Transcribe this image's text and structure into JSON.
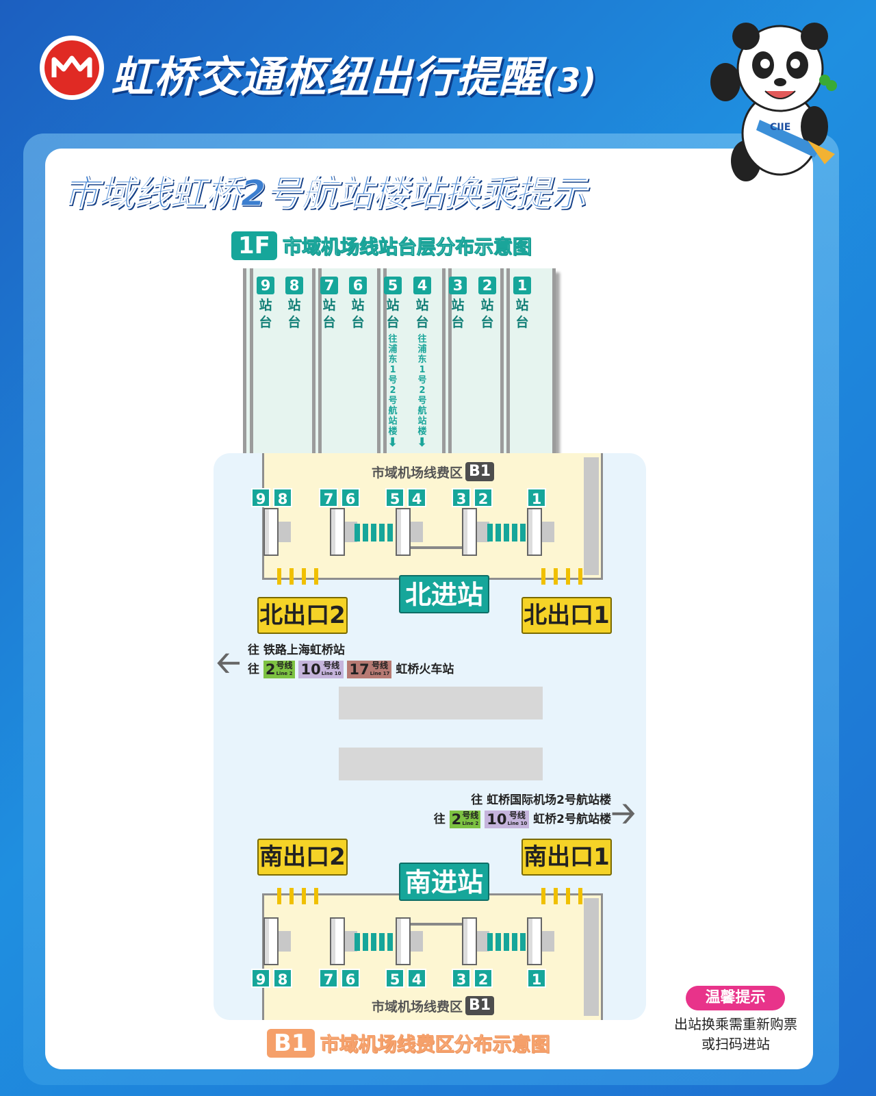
{
  "header": {
    "title": "虹桥交通枢纽出行提醒",
    "title_suffix": "(3)",
    "logo": "shanghai-metro-logo",
    "mascot_text": "CIIE"
  },
  "subtitle": "市域线虹桥2号航站楼站换乘提示",
  "level_1f": {
    "tag": "1F",
    "label": "市域机场线站台层分布示意图"
  },
  "platforms": [
    {
      "num": "9",
      "label": [
        "站",
        "台"
      ]
    },
    {
      "num": "8",
      "label": [
        "站",
        "台"
      ]
    },
    {
      "num": "7",
      "label": [
        "站",
        "台"
      ]
    },
    {
      "num": "6",
      "label": [
        "站",
        "台"
      ]
    },
    {
      "num": "5",
      "label": [
        "站",
        "台"
      ],
      "direction": "往浦东1号2号航站楼"
    },
    {
      "num": "4",
      "label": [
        "站",
        "台"
      ],
      "direction": "往浦东1号2号航站楼"
    },
    {
      "num": "3",
      "label": [
        "站",
        "台"
      ]
    },
    {
      "num": "2",
      "label": [
        "站",
        "台"
      ]
    },
    {
      "num": "1",
      "label": [
        "站",
        "台"
      ]
    }
  ],
  "b1": {
    "zone_label": "市域机场线费区",
    "zone_tag": "B1",
    "entry_north": "北进站",
    "entry_south": "南进站",
    "exit_north_2": "北出口2",
    "exit_north_1": "北出口1",
    "exit_south_2": "南出口2",
    "exit_south_1": "南出口1"
  },
  "directions": {
    "west": {
      "prefix": "往",
      "line1": "铁路上海虹桥站",
      "lines": [
        {
          "num": "2",
          "name": "号线",
          "en": "Line 2",
          "color": "#7dc242"
        },
        {
          "num": "10",
          "name": "号线",
          "en": "Line 10",
          "color": "#c5b4dc"
        },
        {
          "num": "17",
          "name": "号线",
          "en": "Line 17",
          "color": "#b77a73"
        }
      ],
      "dest": "虹桥火车站"
    },
    "east": {
      "prefix": "往",
      "line1": "虹桥国际机场2号航站楼",
      "lines": [
        {
          "num": "2",
          "name": "号线",
          "en": "Line 2",
          "color": "#7dc242"
        },
        {
          "num": "10",
          "name": "号线",
          "en": "Line 10",
          "color": "#c5b4dc"
        }
      ],
      "dest": "虹桥2号航站楼"
    }
  },
  "level_b1": {
    "tag": "B1",
    "label": "市域机场线费区分布示意图"
  },
  "tip": {
    "title": "温馨提示",
    "text": "出站换乘需重新购票或扫码进站"
  },
  "colors": {
    "teal": "#16a69a",
    "yellow": "#f5d327",
    "orange": "#f5a06a",
    "pink": "#e8338a"
  }
}
